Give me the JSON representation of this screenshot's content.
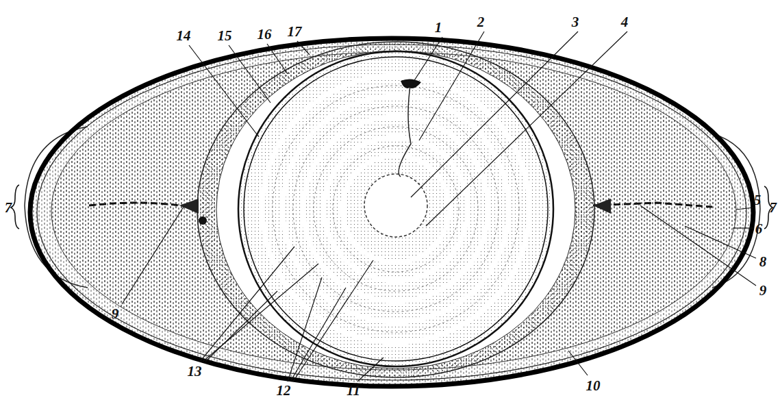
{
  "diagram": {
    "labels": [
      "1",
      "2",
      "3",
      "4",
      "5",
      "6",
      "7",
      "7",
      "8",
      "9",
      "9",
      "10",
      "11",
      "12",
      "13",
      "14",
      "15",
      "16",
      "17"
    ]
  }
}
